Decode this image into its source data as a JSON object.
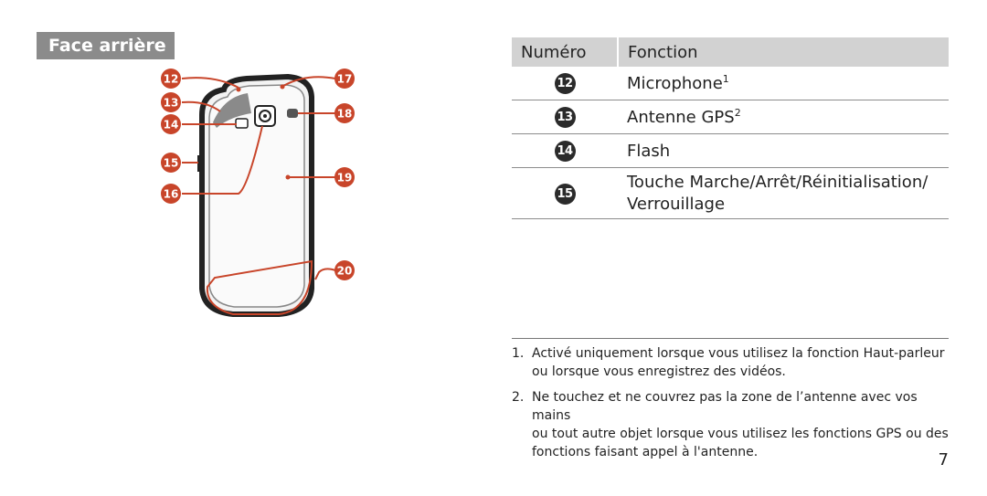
{
  "section": {
    "title": "Face arrière"
  },
  "figure": {
    "callouts": [
      "12",
      "13",
      "14",
      "15",
      "16",
      "17",
      "18",
      "19",
      "20"
    ],
    "callout_color": "#c8452a"
  },
  "table": {
    "headers": {
      "number": "Numéro",
      "function": "Fonction"
    },
    "rows": [
      {
        "number": "12",
        "function": "Microphone",
        "sup": "1"
      },
      {
        "number": "13",
        "function": "Antenne GPS",
        "sup": "2"
      },
      {
        "number": "14",
        "function": "Flash",
        "sup": ""
      },
      {
        "number": "15",
        "function_line1": "Touche Marche/Arrêt/Réinitialisation/",
        "function_line2": "Verrouillage",
        "sup": ""
      }
    ]
  },
  "footnotes": [
    {
      "marker": "1.",
      "line1": "Activé uniquement lorsque vous utilisez la fonction Haut-parleur",
      "line2": "ou lorsque vous enregistrez des vidéos."
    },
    {
      "marker": "2.",
      "line1": "Ne touchez et ne couvrez pas la zone de l’antenne avec vos mains",
      "line2": "ou tout autre objet lorsque vous utilisez les fonctions GPS ou des",
      "line3": "fonctions faisant appel à l'antenne."
    }
  ],
  "page": {
    "number": "7"
  }
}
